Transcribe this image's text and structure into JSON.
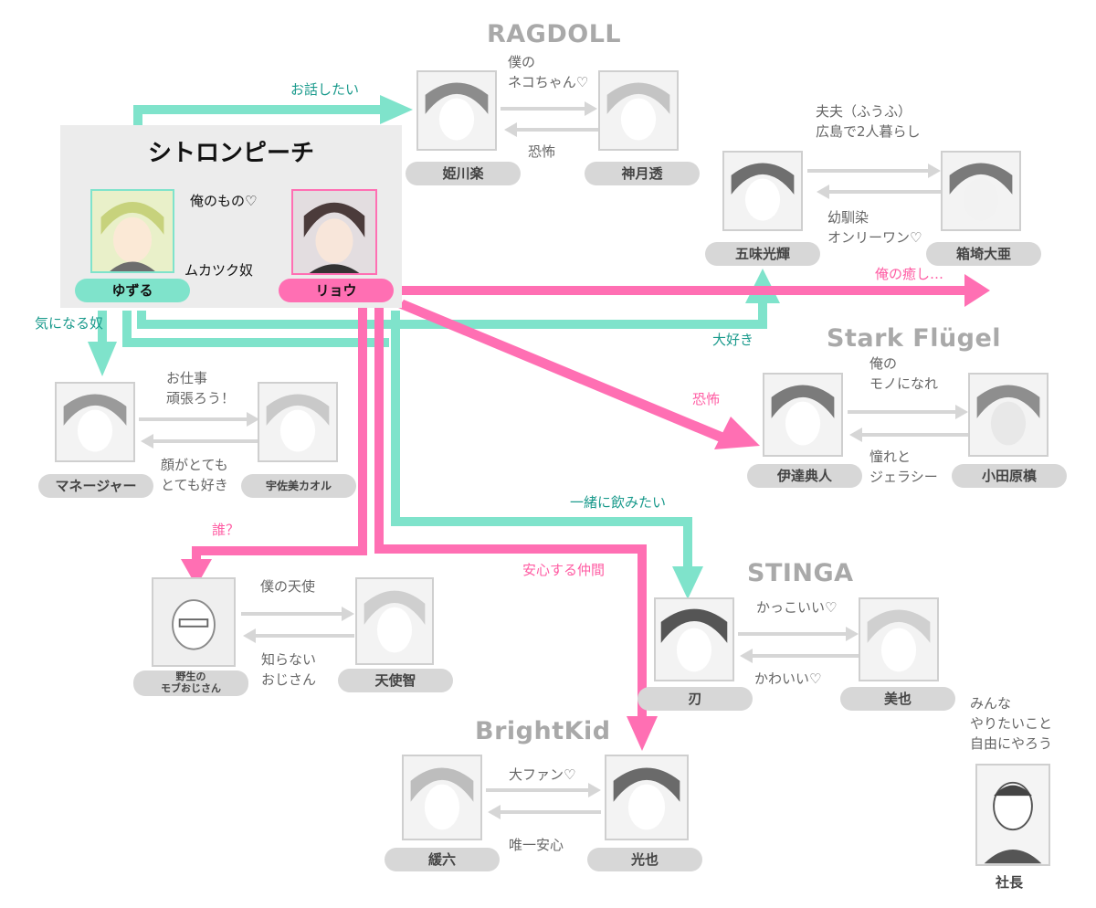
{
  "colors": {
    "teal": "#7fe3cb",
    "pink": "#ff6fb3",
    "gray_arrow": "#d6d6d6",
    "pill_gray": "#d7d7d7",
    "teal_text": "#1a9a8c",
    "pink_text": "#ff5ca3"
  },
  "groups": {
    "ragdoll": "RAGDOLL",
    "stark": "Stark Flügel",
    "stinga": "STINGA",
    "brightkid": "BrightKid"
  },
  "main": {
    "title": "シトロンピーチ",
    "yuzuru": "ゆずる",
    "ryou": "リョウ",
    "to_ryou": "俺のもの♡",
    "to_yuzuru": "ムカツク奴"
  },
  "characters": {
    "himekawa": "姫川楽",
    "kamitsuki": "神月透",
    "gomi": "五味光輝",
    "hakozaki": "箱埼大亜",
    "manager": "マネージャー",
    "usami": "宇佐美カオル",
    "date": "伊達典人",
    "odawara": "小田原槙",
    "mob": "野生の\nモブおじさん",
    "tenshi": "天使智",
    "jin": "刃",
    "miya": "美也",
    "yururoku": "緩六",
    "kouya": "光也",
    "shachou": "社長"
  },
  "relations": {
    "ohanashi": "お話したい",
    "neko": "僕の\nネコちゃん♡",
    "kyoufu1": "恐怖",
    "fuufu": "夫夫（ふうふ）\n広島で2人暮らし",
    "osananajimi": "幼馴染\nオンリーワン♡",
    "iyashi": "俺の癒し…",
    "daisuki": "大好き",
    "kininaru": "気になる奴",
    "oshigoto": "お仕事\n頑張ろう！",
    "kao": "顔がとても\nとても好き",
    "kyoufu2": "恐怖",
    "mononi": "俺の\nモノになれ",
    "akogare": "憧れと\nジェラシー",
    "issho": "一緒に飲みたい",
    "dare": "誰？",
    "anshin": "安心する仲間",
    "tenshi_rel": "僕の天使",
    "shiranai": "知らない\nおじさん",
    "kakkoii": "かっこいい♡",
    "kawaii": "かわいい♡",
    "fan": "大ファン♡",
    "yuiitsu": "唯一安心",
    "minna": "みんな\nやりたいこと\n自由にやろう"
  }
}
